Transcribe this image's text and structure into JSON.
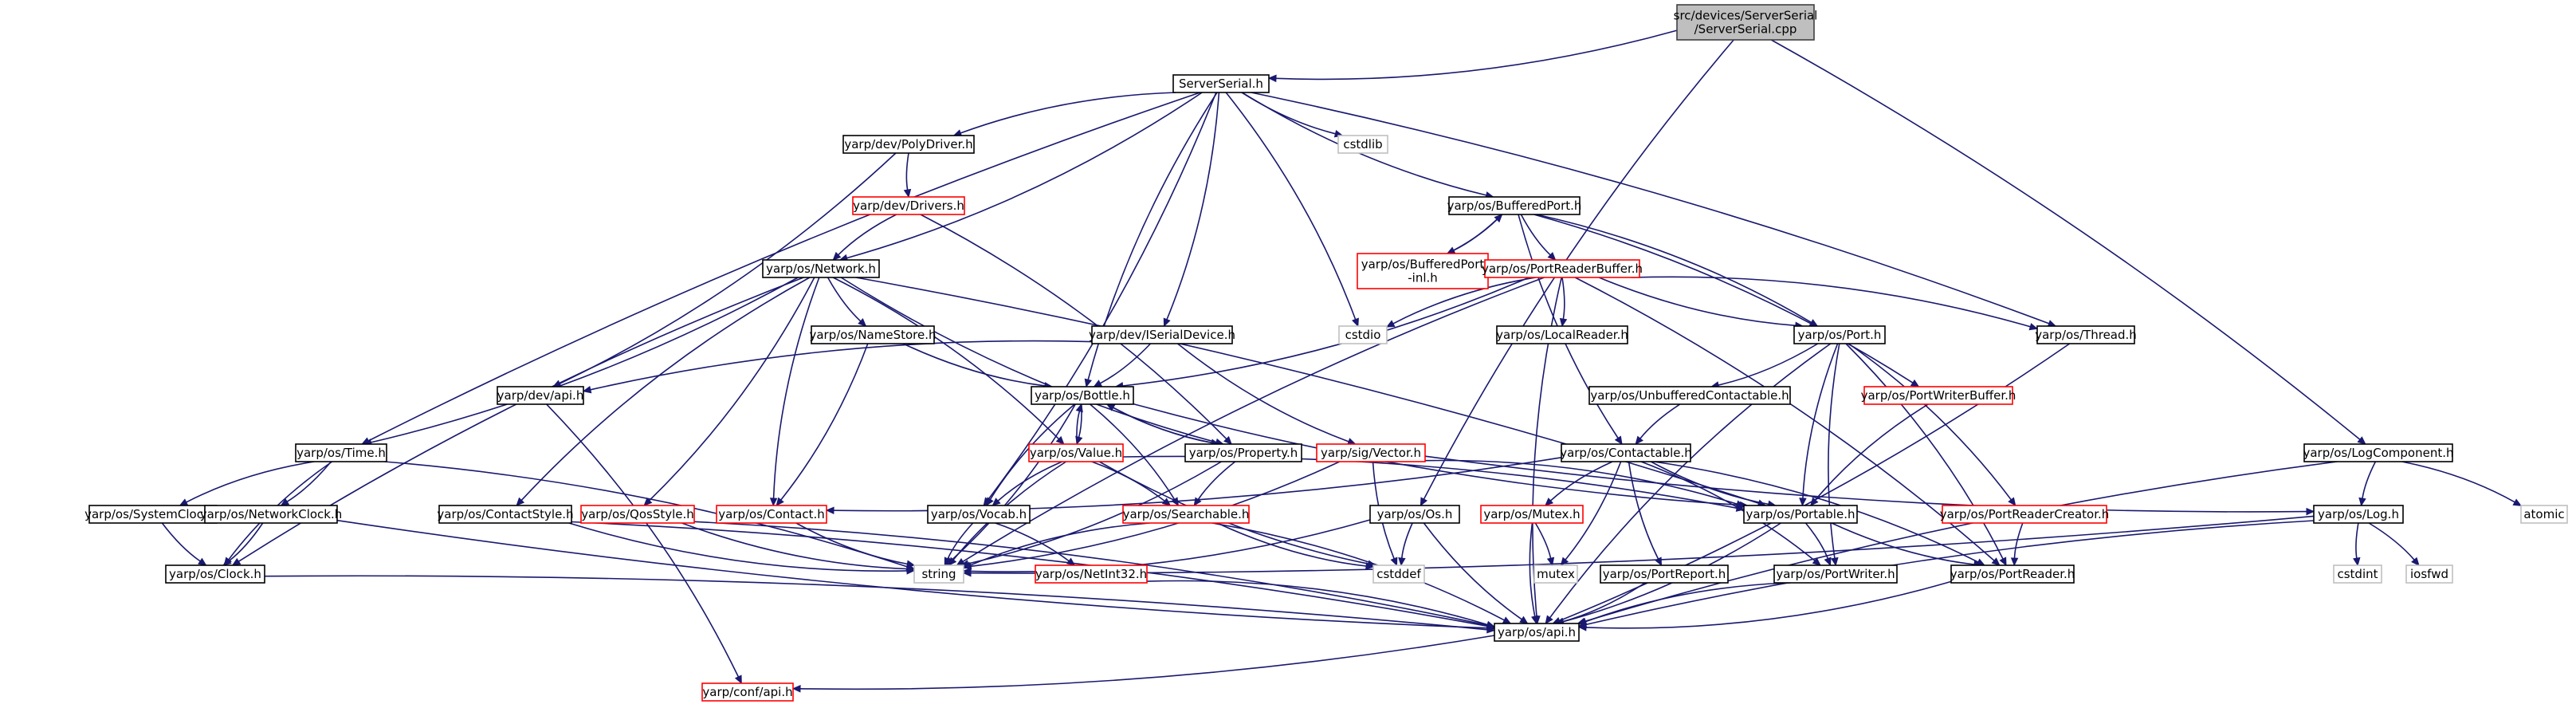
{
  "graph": {
    "title": "src/devices/ServerSerial/ServerSerial.cpp",
    "nodes": [
      {
        "id": "root",
        "label": "src/devices/ServerSerial\n/ServerSerial.cpp",
        "kind": "root"
      },
      {
        "id": "serverserial",
        "label": "ServerSerial.h",
        "kind": "normal"
      },
      {
        "id": "polydriver",
        "label": "yarp/dev/PolyDriver.h",
        "kind": "normal"
      },
      {
        "id": "drivers",
        "label": "yarp/dev/Drivers.h",
        "kind": "red"
      },
      {
        "id": "network",
        "label": "yarp/os/Network.h",
        "kind": "normal"
      },
      {
        "id": "namestore",
        "label": "yarp/os/NameStore.h",
        "kind": "normal"
      },
      {
        "id": "devapi",
        "label": "yarp/dev/api.h",
        "kind": "normal"
      },
      {
        "id": "time",
        "label": "yarp/os/Time.h",
        "kind": "normal"
      },
      {
        "id": "systemclock",
        "label": "yarp/os/SystemClock.h",
        "kind": "normal"
      },
      {
        "id": "networkclock",
        "label": "yarp/os/NetworkClock.h",
        "kind": "normal"
      },
      {
        "id": "clock",
        "label": "yarp/os/Clock.h",
        "kind": "normal"
      },
      {
        "id": "contactstyle",
        "label": "yarp/os/ContactStyle.h",
        "kind": "normal"
      },
      {
        "id": "qosstyle",
        "label": "yarp/os/QosStyle.h",
        "kind": "red"
      },
      {
        "id": "contact",
        "label": "yarp/os/Contact.h",
        "kind": "red"
      },
      {
        "id": "vocab",
        "label": "yarp/os/Vocab.h",
        "kind": "normal"
      },
      {
        "id": "netint32",
        "label": "yarp/os/NetInt32.h",
        "kind": "red"
      },
      {
        "id": "string",
        "label": "string",
        "kind": "gray"
      },
      {
        "id": "cstdlib",
        "label": "cstdlib",
        "kind": "gray"
      },
      {
        "id": "cstdio",
        "label": "cstdio",
        "kind": "gray"
      },
      {
        "id": "cstddef",
        "label": "cstddef",
        "kind": "gray"
      },
      {
        "id": "iserialdevice",
        "label": "yarp/dev/ISerialDevice.h",
        "kind": "normal"
      },
      {
        "id": "bottle",
        "label": "yarp/os/Bottle.h",
        "kind": "normal"
      },
      {
        "id": "value",
        "label": "yarp/os/Value.h",
        "kind": "red"
      },
      {
        "id": "property",
        "label": "yarp/os/Property.h",
        "kind": "normal"
      },
      {
        "id": "searchable",
        "label": "yarp/os/Searchable.h",
        "kind": "red"
      },
      {
        "id": "vector",
        "label": "yarp/sig/Vector.h",
        "kind": "red"
      },
      {
        "id": "bufferedport",
        "label": "yarp/os/BufferedPort.h",
        "kind": "normal"
      },
      {
        "id": "bufferedportinl",
        "label": "yarp/os/BufferedPort\n-inl.h",
        "kind": "red"
      },
      {
        "id": "portreaderbuffer",
        "label": "yarp/os/PortReaderBuffer.h",
        "kind": "red"
      },
      {
        "id": "localreader",
        "label": "yarp/os/LocalReader.h",
        "kind": "normal"
      },
      {
        "id": "port",
        "label": "yarp/os/Port.h",
        "kind": "normal"
      },
      {
        "id": "thread",
        "label": "yarp/os/Thread.h",
        "kind": "normal"
      },
      {
        "id": "unbuffered",
        "label": "yarp/os/UnbufferedContactable.h",
        "kind": "normal"
      },
      {
        "id": "contactable",
        "label": "yarp/os/Contactable.h",
        "kind": "normal"
      },
      {
        "id": "portwriterbuffer",
        "label": "yarp/os/PortWriterBuffer.h",
        "kind": "red"
      },
      {
        "id": "portable",
        "label": "yarp/os/Portable.h",
        "kind": "normal"
      },
      {
        "id": "portreadercreator",
        "label": "yarp/os/PortReaderCreator.h",
        "kind": "red"
      },
      {
        "id": "mutexh",
        "label": "yarp/os/Mutex.h",
        "kind": "red"
      },
      {
        "id": "mutex",
        "label": "mutex",
        "kind": "gray"
      },
      {
        "id": "portreport",
        "label": "yarp/os/PortReport.h",
        "kind": "normal"
      },
      {
        "id": "portwriter",
        "label": "yarp/os/PortWriter.h",
        "kind": "normal"
      },
      {
        "id": "portreader",
        "label": "yarp/os/PortReader.h",
        "kind": "normal"
      },
      {
        "id": "os",
        "label": "yarp/os/Os.h",
        "kind": "normal"
      },
      {
        "id": "osapi",
        "label": "yarp/os/api.h",
        "kind": "normal"
      },
      {
        "id": "confapi",
        "label": "yarp/conf/api.h",
        "kind": "red"
      },
      {
        "id": "logcomponent",
        "label": "yarp/os/LogComponent.h",
        "kind": "normal"
      },
      {
        "id": "log",
        "label": "yarp/os/Log.h",
        "kind": "normal"
      },
      {
        "id": "atomic",
        "label": "atomic",
        "kind": "gray"
      },
      {
        "id": "cstdint",
        "label": "cstdint",
        "kind": "gray"
      },
      {
        "id": "iosfwd",
        "label": "iosfwd",
        "kind": "gray"
      }
    ],
    "edges": [
      [
        "root",
        "serverserial"
      ],
      [
        "root",
        "os"
      ],
      [
        "root",
        "logcomponent"
      ],
      [
        "serverserial",
        "polydriver"
      ],
      [
        "serverserial",
        "network"
      ],
      [
        "serverserial",
        "time"
      ],
      [
        "serverserial",
        "vocab"
      ],
      [
        "serverserial",
        "bottle"
      ],
      [
        "serverserial",
        "iserialdevice"
      ],
      [
        "serverserial",
        "cstdlib"
      ],
      [
        "serverserial",
        "cstdio"
      ],
      [
        "serverserial",
        "bufferedport"
      ],
      [
        "serverserial",
        "thread"
      ],
      [
        "polydriver",
        "drivers"
      ],
      [
        "polydriver",
        "devapi"
      ],
      [
        "drivers",
        "network"
      ],
      [
        "drivers",
        "property"
      ],
      [
        "network",
        "namestore"
      ],
      [
        "network",
        "time"
      ],
      [
        "network",
        "contactstyle"
      ],
      [
        "network",
        "qosstyle"
      ],
      [
        "network",
        "contact"
      ],
      [
        "network",
        "value"
      ],
      [
        "network",
        "property"
      ],
      [
        "network",
        "portable"
      ],
      [
        "network",
        "clock"
      ],
      [
        "namestore",
        "contact"
      ],
      [
        "namestore",
        "bottle"
      ],
      [
        "devapi",
        "confapi"
      ],
      [
        "time",
        "systemclock"
      ],
      [
        "time",
        "networkclock"
      ],
      [
        "time",
        "clock"
      ],
      [
        "time",
        "string"
      ],
      [
        "systemclock",
        "clock"
      ],
      [
        "networkclock",
        "clock"
      ],
      [
        "networkclock",
        "osapi"
      ],
      [
        "clock",
        "osapi"
      ],
      [
        "contactstyle",
        "string"
      ],
      [
        "contactstyle",
        "osapi"
      ],
      [
        "qosstyle",
        "string"
      ],
      [
        "qosstyle",
        "osapi"
      ],
      [
        "contact",
        "string"
      ],
      [
        "vocab",
        "netint32"
      ],
      [
        "vocab",
        "string"
      ],
      [
        "netint32",
        "osapi"
      ],
      [
        "iserialdevice",
        "devapi"
      ],
      [
        "iserialdevice",
        "bottle"
      ],
      [
        "iserialdevice",
        "vector"
      ],
      [
        "bottle",
        "value"
      ],
      [
        "bottle",
        "property"
      ],
      [
        "bottle",
        "string"
      ],
      [
        "bottle",
        "vocab"
      ],
      [
        "bottle",
        "searchable"
      ],
      [
        "bottle",
        "portable"
      ],
      [
        "value",
        "bottle"
      ],
      [
        "value",
        "vocab"
      ],
      [
        "value",
        "searchable"
      ],
      [
        "value",
        "string"
      ],
      [
        "value",
        "portable"
      ],
      [
        "value",
        "cstddef"
      ],
      [
        "property",
        "bottle"
      ],
      [
        "property",
        "searchable"
      ],
      [
        "property",
        "string"
      ],
      [
        "searchable",
        "string"
      ],
      [
        "searchable",
        "osapi"
      ],
      [
        "searchable",
        "cstddef"
      ],
      [
        "vector",
        "string"
      ],
      [
        "vector",
        "cstddef"
      ],
      [
        "vector",
        "portable"
      ],
      [
        "vector",
        "log"
      ],
      [
        "bufferedport",
        "bufferedportinl"
      ],
      [
        "bufferedport",
        "portreaderbuffer"
      ],
      [
        "bufferedport",
        "port"
      ],
      [
        "bufferedport",
        "contactable"
      ],
      [
        "bufferedport",
        "portwriterbuffer"
      ],
      [
        "bufferedportinl",
        "bufferedport"
      ],
      [
        "portreaderbuffer",
        "localreader"
      ],
      [
        "portreaderbuffer",
        "port"
      ],
      [
        "portreaderbuffer",
        "thread"
      ],
      [
        "portreaderbuffer",
        "cstdio"
      ],
      [
        "portreaderbuffer",
        "bottle"
      ],
      [
        "portreaderbuffer",
        "string"
      ],
      [
        "portreaderbuffer",
        "portreader"
      ],
      [
        "portreaderbuffer",
        "osapi"
      ],
      [
        "port",
        "unbuffered"
      ],
      [
        "port",
        "portable"
      ],
      [
        "port",
        "portreadercreator"
      ],
      [
        "port",
        "portwriter"
      ],
      [
        "port",
        "portreader"
      ],
      [
        "port",
        "osapi"
      ],
      [
        "thread",
        "osapi"
      ],
      [
        "unbuffered",
        "contactable"
      ],
      [
        "contactable",
        "contact"
      ],
      [
        "contactable",
        "mutexh"
      ],
      [
        "contactable",
        "mutex"
      ],
      [
        "contactable",
        "portreport"
      ],
      [
        "contactable",
        "portwriter"
      ],
      [
        "contactable",
        "portable"
      ],
      [
        "contactable",
        "portreader"
      ],
      [
        "portwriterbuffer",
        "portable"
      ],
      [
        "portable",
        "portwriter"
      ],
      [
        "portable",
        "portreader"
      ],
      [
        "portable",
        "osapi"
      ],
      [
        "portreadercreator",
        "portreader"
      ],
      [
        "mutexh",
        "mutex"
      ],
      [
        "mutexh",
        "osapi"
      ],
      [
        "portreport",
        "osapi"
      ],
      [
        "portwriter",
        "osapi"
      ],
      [
        "portreader",
        "osapi"
      ],
      [
        "os",
        "cstddef"
      ],
      [
        "os",
        "string"
      ],
      [
        "os",
        "osapi"
      ],
      [
        "osapi",
        "confapi"
      ],
      [
        "logcomponent",
        "log"
      ],
      [
        "logcomponent",
        "atomic"
      ],
      [
        "logcomponent",
        "osapi"
      ],
      [
        "log",
        "string"
      ],
      [
        "log",
        "cstdint"
      ],
      [
        "log",
        "iosfwd"
      ],
      [
        "log",
        "osapi"
      ]
    ]
  }
}
